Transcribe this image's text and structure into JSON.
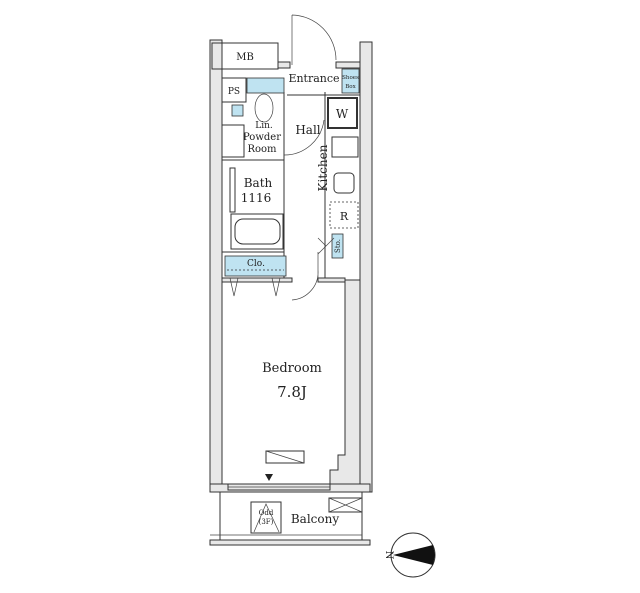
{
  "plan": {
    "rooms": {
      "mb": "MB",
      "ps": "PS",
      "entrance": "Entrance",
      "shoes_box_1": "Shoes",
      "shoes_box_2": "Box",
      "washer": "W",
      "hall": "Hall",
      "lin": "Lin.",
      "powder_1": "Powder",
      "powder_2": "Room",
      "kitchen": "Kitchen",
      "refrigerator": "R",
      "bath": "Bath",
      "bath_size": "1116",
      "storage": "Sto.",
      "closet": "Clo.",
      "bedroom": "Bedroom",
      "bedroom_size": "7.8J",
      "balcony": "Balcony",
      "odd_1": "Odd",
      "odd_2": "(3F)"
    },
    "compass": {
      "label": "N"
    }
  }
}
